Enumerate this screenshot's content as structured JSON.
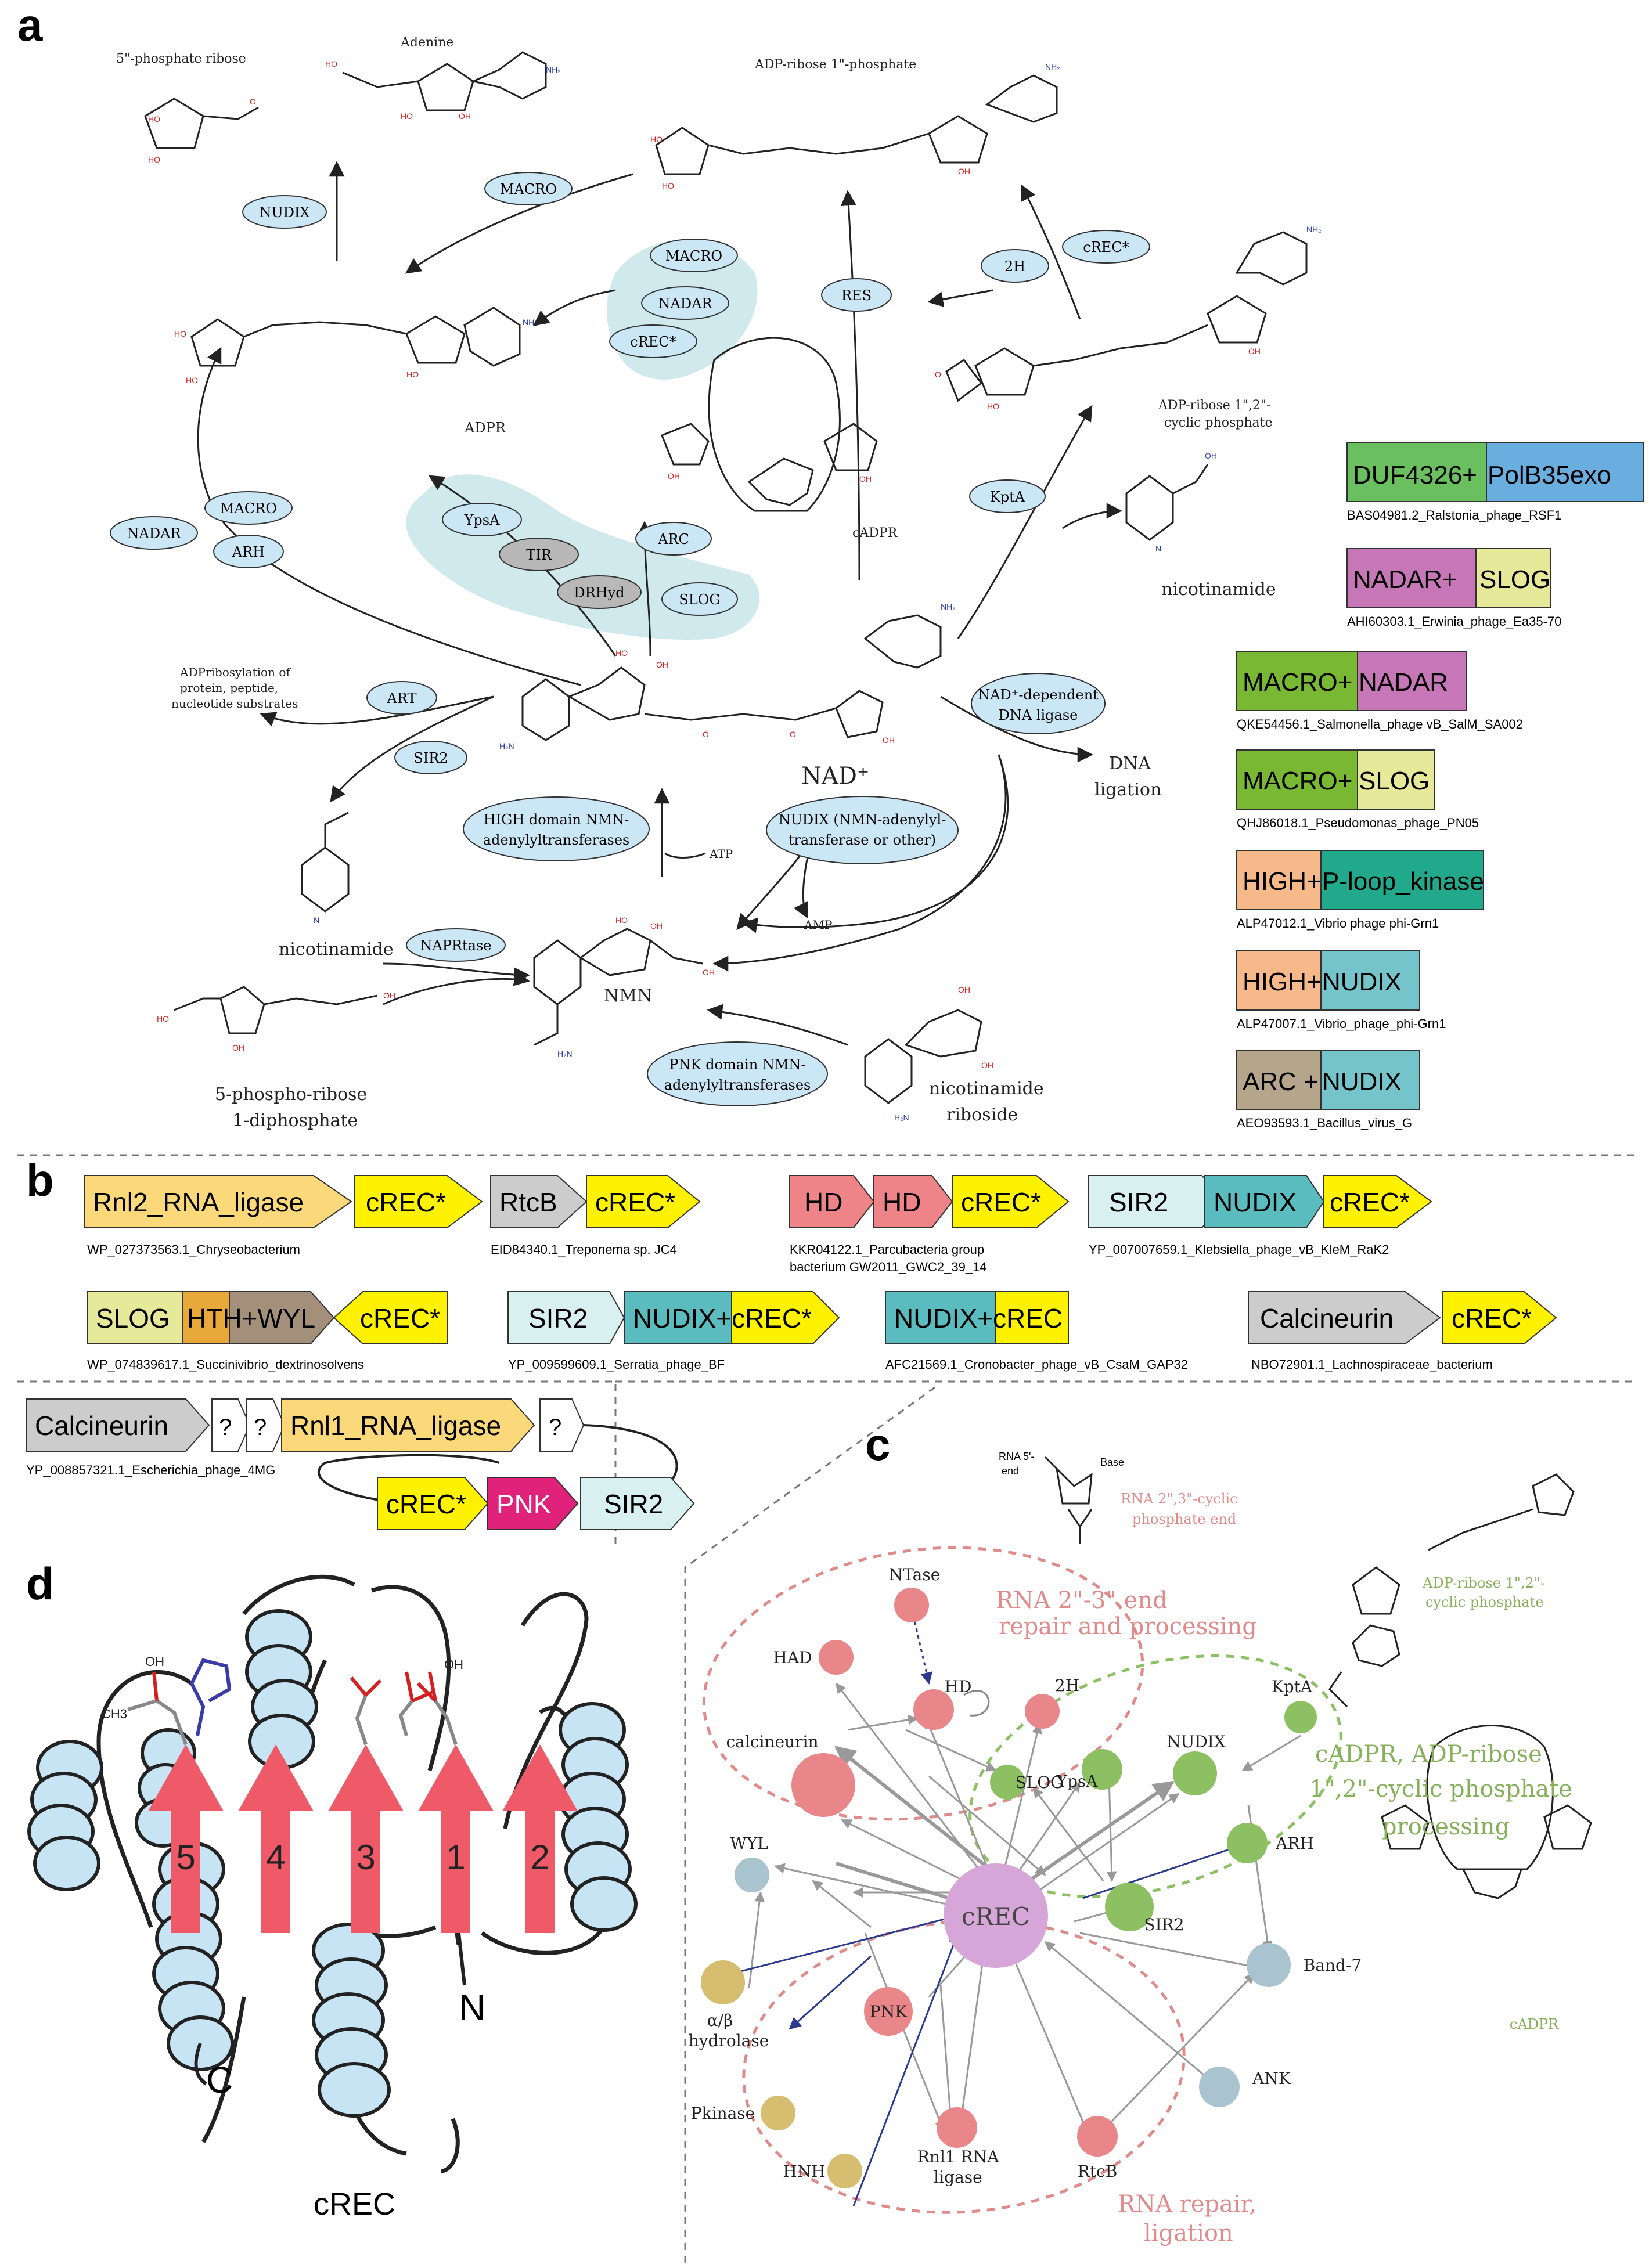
{
  "panel_a": {
    "letter": "a",
    "molecules": [
      {
        "id": "five_ph_ribose",
        "label": "5\"-phosphate ribose"
      },
      {
        "id": "adenine_prod",
        "label": "Adenine"
      },
      {
        "id": "adpr1p",
        "label": "ADP-ribose 1\"-phosphate"
      },
      {
        "id": "adpr",
        "label": "ADPR"
      },
      {
        "id": "cadpr",
        "label": "cADPR"
      },
      {
        "id": "adpr_cyc_1",
        "label": "ADP-ribose 1\",2\"-"
      },
      {
        "id": "adpr_cyc_2",
        "label": "cyclic phosphate"
      },
      {
        "id": "nicotinamide_right",
        "label": "nicotinamide"
      },
      {
        "id": "nad",
        "label": "NAD⁺"
      },
      {
        "id": "adpribosylation_1",
        "label": "ADPribosylation of"
      },
      {
        "id": "adpribosylation_2",
        "label": "protein, peptide,"
      },
      {
        "id": "adpribosylation_3",
        "label": "nucleotide substrates"
      },
      {
        "id": "nicotinamide_left",
        "label": "nicotinamide"
      },
      {
        "id": "nmn",
        "label": "NMN"
      },
      {
        "id": "prpp_1",
        "label": "5-phospho-ribose"
      },
      {
        "id": "prpp_2",
        "label": "1-diphosphate"
      },
      {
        "id": "nr_1",
        "label": "nicotinamide"
      },
      {
        "id": "nr_2",
        "label": "riboside"
      },
      {
        "id": "dna_lig_1",
        "label": "DNA"
      },
      {
        "id": "dna_lig_2",
        "label": "ligation"
      },
      {
        "id": "atp",
        "label": "ATP"
      },
      {
        "id": "amp",
        "label": "AMP"
      }
    ],
    "enzymes": [
      {
        "id": "nudix_top",
        "label": "NUDIX",
        "shade": "blue"
      },
      {
        "id": "macro_top",
        "label": "MACRO",
        "shade": "blue"
      },
      {
        "id": "macro_hl",
        "label": "MACRO",
        "shade": "blue"
      },
      {
        "id": "nadar_hl",
        "label": "NADAR",
        "shade": "blue"
      },
      {
        "id": "crec_hl",
        "label": "cREC*",
        "shade": "blue"
      },
      {
        "id": "res",
        "label": "RES",
        "shade": "blue"
      },
      {
        "id": "twoh",
        "label": "2H",
        "shade": "blue"
      },
      {
        "id": "crec_right",
        "label": "cREC*",
        "shade": "blue"
      },
      {
        "id": "macro_left",
        "label": "MACRO",
        "shade": "blue"
      },
      {
        "id": "nadar_left",
        "label": "NADAR",
        "shade": "blue"
      },
      {
        "id": "arh",
        "label": "ARH",
        "shade": "blue"
      },
      {
        "id": "ypsa",
        "label": "YpsA",
        "shade": "blue"
      },
      {
        "id": "tir",
        "label": "TIR",
        "shade": "grey"
      },
      {
        "id": "drhyd",
        "label": "DRHyd",
        "shade": "grey"
      },
      {
        "id": "arc",
        "label": "ARC",
        "shade": "blue"
      },
      {
        "id": "slog",
        "label": "SLOG",
        "shade": "blue"
      },
      {
        "id": "kpta",
        "label": "KptA",
        "shade": "blue"
      },
      {
        "id": "art",
        "label": "ART",
        "shade": "blue"
      },
      {
        "id": "sir2",
        "label": "SIR2",
        "shade": "blue"
      },
      {
        "id": "nad_lig_1",
        "label": "NAD⁺-dependent",
        "shade": "blue"
      },
      {
        "id": "nad_lig_2",
        "label": "DNA ligase",
        "shade": "text"
      },
      {
        "id": "high_1",
        "label": "HIGH domain NMN-",
        "shade": "blue"
      },
      {
        "id": "high_2",
        "label": "adenylyltransferases",
        "shade": "text"
      },
      {
        "id": "nudix_nmn_1",
        "label": "NUDIX (NMN-adenylyl-",
        "shade": "blue"
      },
      {
        "id": "nudix_nmn_2",
        "label": "transferase or other)",
        "shade": "text"
      },
      {
        "id": "naprtase",
        "label": "NAPRtase",
        "shade": "blue"
      },
      {
        "id": "pnk_1",
        "label": "PNK domain NMN-",
        "shade": "blue"
      },
      {
        "id": "pnk_2",
        "label": "adenylyltransferases",
        "shade": "text"
      }
    ],
    "fusions": [
      {
        "parts": [
          {
            "text": "DUF4326+",
            "color": "#6abf5e"
          },
          {
            "text": "PolB35exo",
            "color": "#6aaee0"
          }
        ],
        "caption": "BAS04981.2_Ralstonia_phage_RSF1"
      },
      {
        "parts": [
          {
            "text": "NADAR+",
            "color": "#c777b8"
          },
          {
            "text": "SLOG",
            "color": "#e6e89a"
          }
        ],
        "caption": "AHI60303.1_Erwinia_phage_Ea35-70"
      },
      {
        "parts": [
          {
            "text": "MACRO+",
            "color": "#78b833"
          },
          {
            "text": "NADAR",
            "color": "#c777b8"
          }
        ],
        "caption": "QKE54456.1_Salmonella_phage vB_SalM_SA002"
      },
      {
        "parts": [
          {
            "text": "MACRO+",
            "color": "#78b833"
          },
          {
            "text": "SLOG",
            "color": "#e6e89a"
          }
        ],
        "caption": "QHJ86018.1_Pseudomonas_phage_PN05"
      },
      {
        "parts": [
          {
            "text": "HIGH+",
            "color": "#f7b98a"
          },
          {
            "text": "P-loop_kinase",
            "color": "#22a88a"
          }
        ],
        "caption": "ALP47012.1_Vibrio phage phi-Grn1"
      },
      {
        "parts": [
          {
            "text": "HIGH+",
            "color": "#f7b98a"
          },
          {
            "text": "NUDIX",
            "color": "#74c4c9"
          }
        ],
        "caption": "ALP47007.1_Vibrio_phage_phi-Grn1"
      },
      {
        "parts": [
          {
            "text": "ARC + ",
            "color": "#b5a58b"
          },
          {
            "text": "NUDIX",
            "color": "#74c4c9"
          }
        ],
        "caption": "AEO93593.1_Bacillus_virus_G"
      }
    ]
  },
  "panel_b": {
    "letter": "b",
    "operons": [
      {
        "genes": [
          {
            "text": "Rnl2_RNA_ligase",
            "color": "#fbd97a"
          },
          {
            "text": "cREC*",
            "color": "#fff200"
          }
        ],
        "caption": "WP_027373563.1_Chryseobacterium"
      },
      {
        "genes": [
          {
            "text": "RtcB",
            "color": "#cccccc"
          },
          {
            "text": "cREC*",
            "color": "#fff200"
          }
        ],
        "caption": "EID84340.1_Treponema sp. JC4"
      },
      {
        "genes": [
          {
            "text": "HD",
            "color": "#ee8488"
          },
          {
            "text": "HD",
            "color": "#ee8488"
          },
          {
            "text": "cREC*",
            "color": "#fff200"
          }
        ],
        "caption": "KKR04122.1_Parcubacteria group",
        "caption2": "bacterium GW2011_GWC2_39_14"
      },
      {
        "genes": [
          {
            "text": "SIR2",
            "color": "#d8f0ef"
          },
          {
            "text": "NUDIX",
            "color": "#5bbcc0"
          },
          {
            "text": "cREC*",
            "color": "#fff200"
          }
        ],
        "caption": "YP_007007659.1_Klebsiella_phage_vB_KleM_RaK2"
      },
      {
        "genes": [
          {
            "text": "SLOG",
            "color": "#e6e89a"
          },
          {
            "text": "HTH+WYL",
            "color": "#e9a83a"
          },
          {
            "text": "cREC*",
            "color": "#fff200"
          }
        ],
        "caption": "WP_074839617.1_Succinivibrio_dextrinosolvens"
      },
      {
        "genes": [
          {
            "text": "SIR2",
            "color": "#d8f0ef"
          },
          {
            "text": "NUDIX+cREC*",
            "color": "#5bbcc0"
          }
        ],
        "caption": "YP_009599609.1_Serratia_phage_BF"
      },
      {
        "genes": [
          {
            "text": "NUDIX+cREC",
            "color": "#5bbcc0"
          }
        ],
        "caption": "AFC21569.1_Cronobacter_phage_vB_CsaM_GAP32"
      },
      {
        "genes": [
          {
            "text": "Calcineurin",
            "color": "#cccccc"
          },
          {
            "text": "cREC*",
            "color": "#fff200"
          }
        ],
        "caption": "NBO72901.1_Lachnospiraceae_bacterium"
      },
      {
        "genes": [
          {
            "text": "Calcineurin",
            "color": "#cccccc"
          },
          {
            "text": "?",
            "color": "#ffffff"
          },
          {
            "text": "?",
            "color": "#ffffff"
          },
          {
            "text": "Rnl1_RNA_ligase",
            "color": "#fbd97a"
          },
          {
            "text": "?",
            "color": "#ffffff"
          },
          {
            "text": "cREC*",
            "color": "#fff200"
          },
          {
            "text": "PNK",
            "color": "#e0227a"
          },
          {
            "text": "SIR2",
            "color": "#d8f0ef"
          }
        ],
        "caption": "YP_008857321.1_Escherichia_phage_4MG"
      }
    ]
  },
  "panel_c": {
    "letter": "c",
    "region_labels": {
      "rna23": [
        "RNA 2\"-3\" end",
        "repair and processing"
      ],
      "cadpr": [
        "cADPR, ADP-ribose",
        "1\",2\"-cyclic phosphate",
        "processing"
      ],
      "rnarep": [
        "RNA repair,",
        "ligation"
      ]
    },
    "inset_labels": {
      "rna5": "RNA 5'-",
      "end": "end",
      "base": "Base",
      "rna_cyc_1": "RNA 2\",3\"-cyclic",
      "rna_cyc_2": "phosphate end",
      "adpr_cyc_1": "ADP-ribose 1\",2\"-",
      "adpr_cyc_2": "cyclic phosphate",
      "cadpr": "cADPR"
    },
    "colors": {
      "red": "#e9868a",
      "green": "#8cc063",
      "blue": "#a9c3cf",
      "tan": "#d6bd70",
      "purple": "#d6a6d8"
    },
    "nodes": [
      {
        "id": "crec",
        "label": "cREC",
        "color": "purple"
      },
      {
        "id": "ntase",
        "label": "NTase",
        "color": "red"
      },
      {
        "id": "had",
        "label": "HAD",
        "color": "red"
      },
      {
        "id": "hd",
        "label": "HD",
        "color": "red"
      },
      {
        "id": "twoh",
        "label": "2H",
        "color": "red"
      },
      {
        "id": "calcineurin",
        "label": "calcineurin",
        "color": "red"
      },
      {
        "id": "slog",
        "label": "SLOG",
        "color": "green"
      },
      {
        "id": "ypsa",
        "label": "YpsA",
        "color": "green"
      },
      {
        "id": "nudix",
        "label": "NUDIX",
        "color": "green"
      },
      {
        "id": "kpta",
        "label": "KptA",
        "color": "green"
      },
      {
        "id": "arh",
        "label": "ARH",
        "color": "green"
      },
      {
        "id": "sir2",
        "label": "SIR2",
        "color": "green"
      },
      {
        "id": "wyl",
        "label": "WYL",
        "color": "blue"
      },
      {
        "id": "band7",
        "label": "Band-7",
        "color": "blue"
      },
      {
        "id": "ank",
        "label": "ANK",
        "color": "blue"
      },
      {
        "id": "abhyd",
        "label": "α/β hydrolase",
        "color": "tan"
      },
      {
        "id": "pnk",
        "label": "PNK",
        "color": "red"
      },
      {
        "id": "pkinase",
        "label": "Pkinase",
        "color": "tan"
      },
      {
        "id": "hnh",
        "label": "HNH",
        "color": "tan"
      },
      {
        "id": "rnl1",
        "label": "Rnl1 RNA ligase",
        "color": "red"
      },
      {
        "id": "rtcb",
        "label": "RtcB",
        "color": "red"
      }
    ]
  },
  "panel_d": {
    "letter": "d",
    "strands": [
      "5",
      "4",
      "3",
      "1",
      "2"
    ],
    "n_label": "N",
    "c_label": "C",
    "caption": "cREC",
    "atoms": {
      "oh": "OH",
      "ch3": "CH3"
    }
  }
}
